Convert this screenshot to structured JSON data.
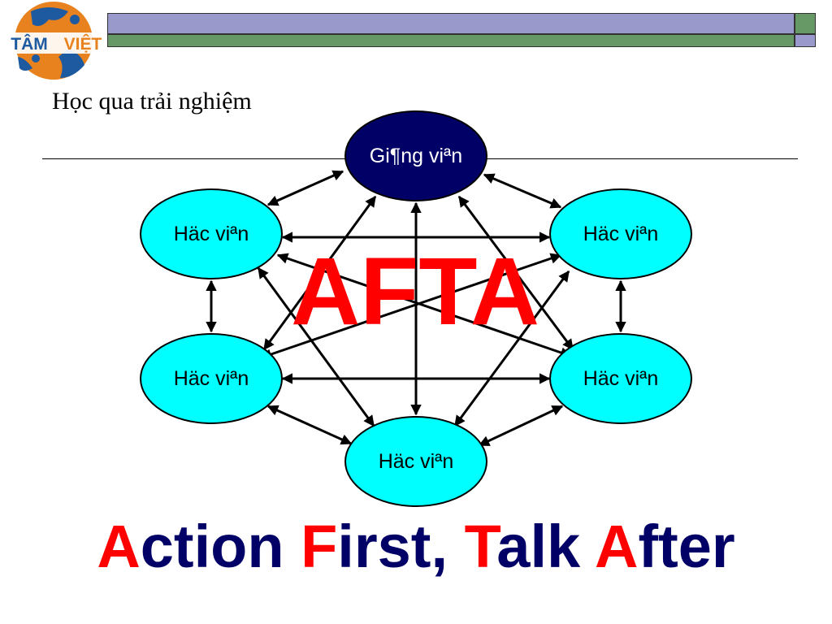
{
  "logo": {
    "line1": "TÂM",
    "line2": "VIỆT"
  },
  "slide": {
    "title": "Học qua trải nghiệm"
  },
  "diagram": {
    "center_word": "AFTA",
    "nodes": {
      "teacher": "Gi¶ng viªn",
      "top_left": "Häc viªn",
      "top_right": "Häc viªn",
      "mid_left": "Häc viªn",
      "mid_right": "Häc viªn",
      "bottom": "Häc viªn"
    }
  },
  "tagline": {
    "a1": "A",
    "w1": "ction ",
    "f": "F",
    "w2": "irst, ",
    "t": "T",
    "w3": "alk ",
    "a2": "A",
    "w4": "fter"
  },
  "colors": {
    "teacher_fill": "#000066",
    "student_fill": "#00ffff",
    "accent_red": "#ff0000",
    "navy_text": "#000066",
    "bar_blue": "#9999cc",
    "bar_green": "#669966",
    "logo_orange": "#e8821e",
    "logo_blue": "#1e5aa0"
  }
}
